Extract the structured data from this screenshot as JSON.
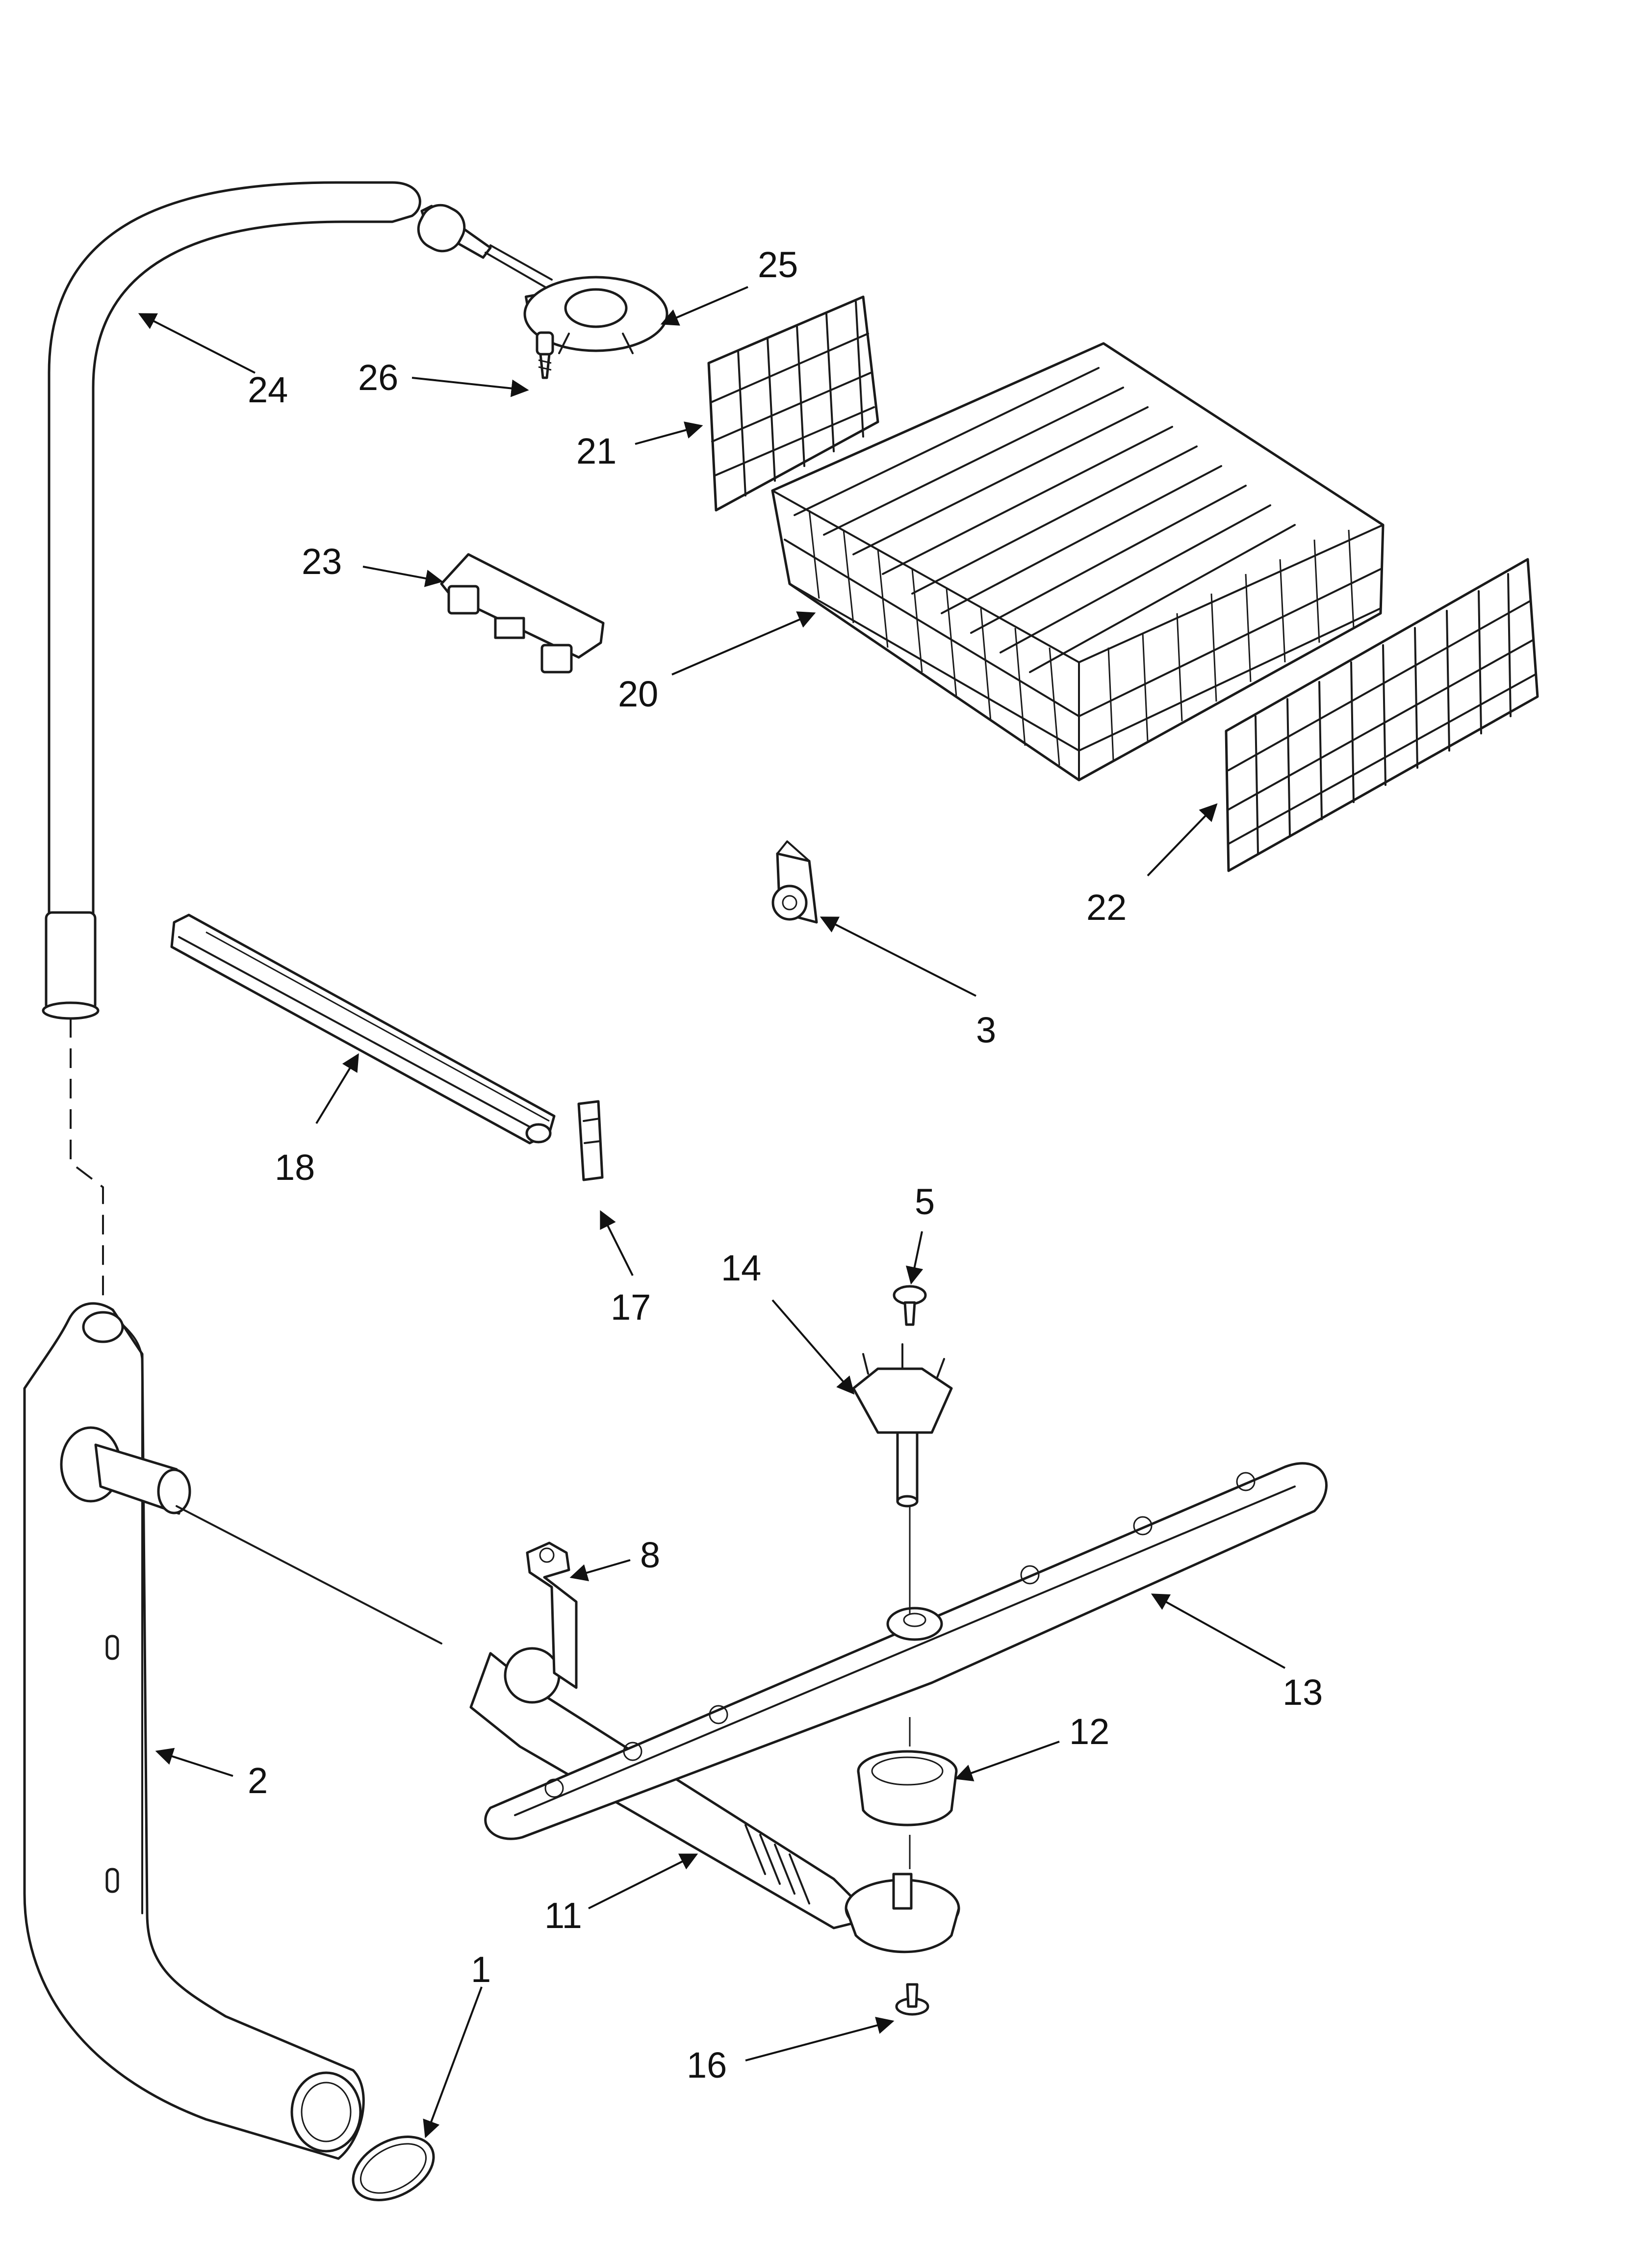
{
  "callouts": {
    "p1": "1",
    "p2": "2",
    "p3": "3",
    "p5": "5",
    "p8": "8",
    "p11": "11",
    "p12": "12",
    "p13": "13",
    "p14": "14",
    "p16": "16",
    "p17": "17",
    "p18": "18",
    "p20": "20",
    "p21": "21",
    "p22": "22",
    "p23": "23",
    "p24": "24",
    "p25": "25",
    "p26": "26"
  },
  "style": {
    "line_color": "#1a1a1a",
    "background": "#ffffff"
  }
}
